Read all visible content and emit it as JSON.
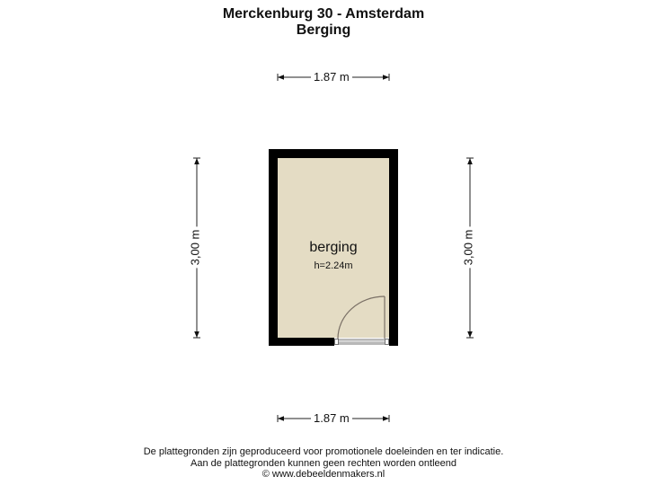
{
  "header": {
    "title": "Merckenburg 30 - Amsterdam",
    "subtitle": "Berging"
  },
  "floorplan": {
    "room": {
      "name": "berging",
      "height": "h=2.24m",
      "fill_color": "#e4dcc4",
      "wall_color": "#000000"
    },
    "dimensions": {
      "top_width": "1.87 m",
      "bottom_width": "1.87 m",
      "left_height": "3,00 m",
      "right_height": "3,00 m"
    }
  },
  "footer": {
    "line1": "De plattegronden zijn geproduceerd voor promotionele doeleinden en ter indicatie.",
    "line2": "Aan de plattegronden kunnen geen rechten worden ontleend",
    "line3": "© www.debeeldenmakers.nl"
  }
}
